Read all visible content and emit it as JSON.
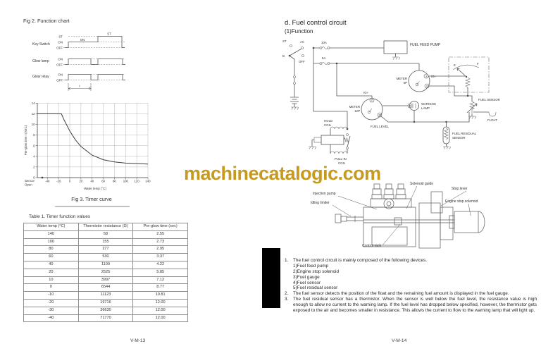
{
  "watermark": {
    "text": "machinecatalogic.com",
    "color": "#c59a1e"
  },
  "left_page": {
    "fig2": {
      "title": "Fig 2. Function chart",
      "rows": {
        "key_switch": "Key Switch",
        "glow_lamp": "Glow lamp",
        "glow_relay": "Glow relay"
      },
      "levels": {
        "st": "ST",
        "on": "ON",
        "off": "OFF"
      },
      "annotations": {
        "on": "ON",
        "st": "ST",
        "t": "t"
      }
    },
    "fig3": {
      "caption": "Fig 3. Timer curve",
      "ylabel": "Pre-glow time t (SEC)",
      "xlabel": "Water temp (°C)",
      "sensor_open": {
        "line1": "Sencor",
        "line2": "Open"
      }
    },
    "table1": {
      "title": "Table 1. Timer function values",
      "headers": [
        "Water temp (°C)",
        "Thermistor resistance (Ω)",
        "Pre-glow time (sec)"
      ],
      "rows": [
        [
          "140",
          "58",
          "2.55"
        ],
        [
          "100",
          "155",
          "2.73"
        ],
        [
          "80",
          "277",
          "2.95"
        ],
        [
          "60",
          "530",
          "3.37"
        ],
        [
          "40",
          "1100",
          "4.22"
        ],
        [
          "20",
          "2525",
          "5.85"
        ],
        [
          "10",
          "3997",
          "7.12"
        ],
        [
          "0",
          "6544",
          "8.77"
        ],
        [
          "-10",
          "11123",
          "10.81"
        ],
        [
          "-20",
          "19716",
          "12.00"
        ],
        [
          "-30",
          "36630",
          "12.00"
        ],
        [
          "-40",
          "71770",
          "12.00"
        ]
      ]
    },
    "footer": "V-M-13"
  },
  "right_page": {
    "heading": "d. Fuel control circuit",
    "subheading": "(1)Function",
    "circuit": {
      "key_st": "ST",
      "key_ac": "AC",
      "key_b": "B",
      "key_off": "OFF",
      "fuse_main": "10A",
      "fuse_sub": "5A",
      "fuel_feed_pump": "FUEL FEED PUMP",
      "meter6p": {
        "line1": "METER",
        "line2": "6P"
      },
      "pin3": "3",
      "pin2": "2",
      "ig": "IG+",
      "meter12p": {
        "line1": "METER",
        "line2": "12P"
      },
      "pin2b": "2",
      "pin11": "11",
      "pin4": "4",
      "warning_lamp": {
        "line1": "WARNING",
        "line2": "LAMP"
      },
      "fuel_level": "FUEL LEVEL",
      "hold_coil": {
        "line1": "HOLD",
        "line2": "COIL"
      },
      "pull_in_coil": {
        "line1": "PULL-IN",
        "line2": "COIL"
      },
      "fuel_sensor": "FUEL SENSOR",
      "float": "FLOAT",
      "fuel_residual_sensor": {
        "line1": "FUEL RESIDUAL",
        "line2": "SENSOR"
      },
      "gauge_e": "E",
      "gauge_f": "F"
    },
    "pump": {
      "injection_pump": "Injection pump",
      "idling_limiter": "Idling limiter",
      "solenoid_guide": "Solenoid guide",
      "stop_lever": "Stop lever",
      "engine_stop_solenoid": "Engine stop solenoid",
      "control_rack": "Control rack"
    },
    "notes": [
      {
        "num": "1.",
        "text": "The fuel control circuit is mainly composed of the following devices.",
        "sub": [
          "1)Fuel feed pump",
          "2)Engine stop solenoid",
          "3)Fuel gauge",
          "4)Fuel sensor",
          "5)Fuel residual sensor"
        ]
      },
      {
        "num": "2.",
        "text": "The fuel sensor detects the position of the float and the remaining fuel amount is displayed in the fuel gauge."
      },
      {
        "num": "3.",
        "text": "The fuel residual sensor has a thermistor. When the sensor is well below the fuel level, the resistance value is high enough to allow no current to the warning lamp. If the fuel level has dropped below specified, however, the thermistor gets exposed to the air and becomes smaller in resistance. This allows the current to flow to the warning lamp that will light up."
      }
    ],
    "footer": "V-M-14"
  },
  "chart_data": {
    "type": "line",
    "title": "Fig 3. Timer curve",
    "xlabel": "Water temp (°C)",
    "ylabel": "Pre-glow time t (SEC)",
    "xlim": [
      -60,
      140
    ],
    "ylim": [
      0,
      14
    ],
    "x_ticks": [
      -40,
      -20,
      0,
      20,
      40,
      60,
      80,
      100,
      120,
      140
    ],
    "y_ticks": [
      0,
      2,
      4,
      6,
      8,
      10,
      12,
      14
    ],
    "grid": true,
    "annotation": "Sencor Open",
    "points": [
      [
        -40,
        12
      ],
      [
        -30,
        12
      ],
      [
        -20,
        12
      ],
      [
        -10,
        10.81
      ],
      [
        0,
        8.77
      ],
      [
        10,
        7.12
      ],
      [
        20,
        5.85
      ],
      [
        40,
        4.22
      ],
      [
        60,
        3.37
      ],
      [
        80,
        2.95
      ],
      [
        100,
        2.73
      ],
      [
        140,
        2.55
      ]
    ]
  }
}
